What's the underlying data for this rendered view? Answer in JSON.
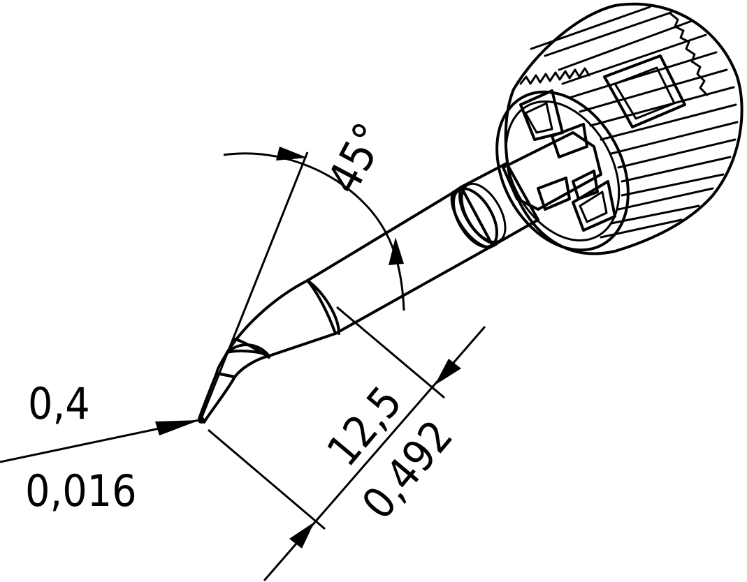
{
  "drawing": {
    "angle_label": "45°",
    "tip_width_mm": "0,4",
    "tip_width_in": "0,016",
    "length_mm": "12,5",
    "length_in": "0,492"
  }
}
